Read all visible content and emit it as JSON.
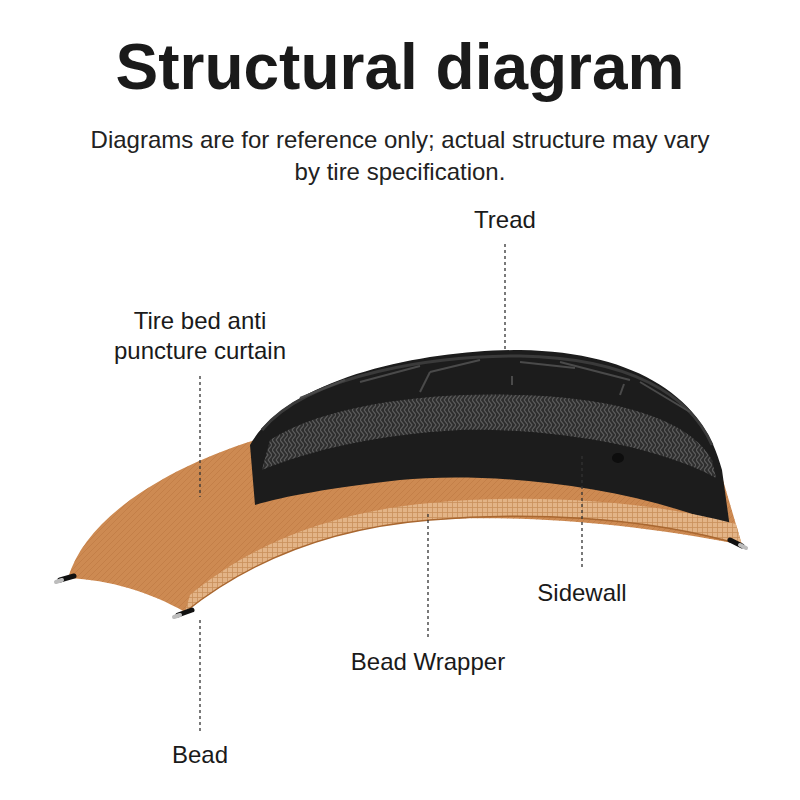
{
  "diagram": {
    "title": "Structural diagram",
    "caption": "Diagrams are for reference only; actual structure may vary by tire specification.",
    "labels": [
      "Tread",
      "Tire bed anti puncture curtain",
      "Sidewall",
      "Bead Wrapper",
      "Bead"
    ]
  }
}
